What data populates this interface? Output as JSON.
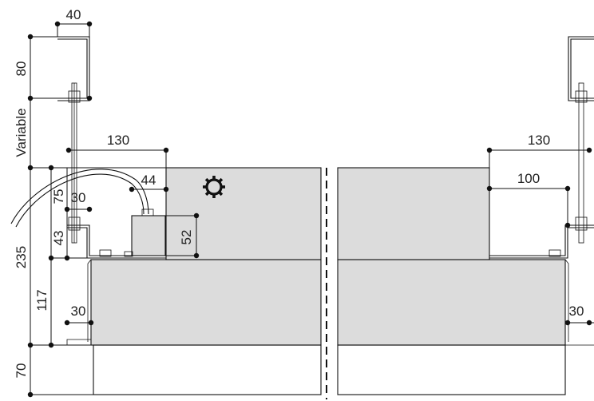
{
  "dimensions": {
    "top_bracket_width": "40",
    "top_bracket_height": "80",
    "rod_length": "Variable",
    "left_width_130": "130",
    "right_width_130": "130",
    "left_44": "44",
    "left_75": "75",
    "left_30_upper": "30",
    "left_43": "43",
    "left_52": "52",
    "left_235": "235",
    "left_117": "117",
    "left_30_lower": "30",
    "left_70": "70",
    "right_100": "100",
    "right_30": "30"
  },
  "icons": {
    "gear": "gear-icon"
  },
  "colors": {
    "panel": "#dcdcdc",
    "line": "#111111"
  }
}
